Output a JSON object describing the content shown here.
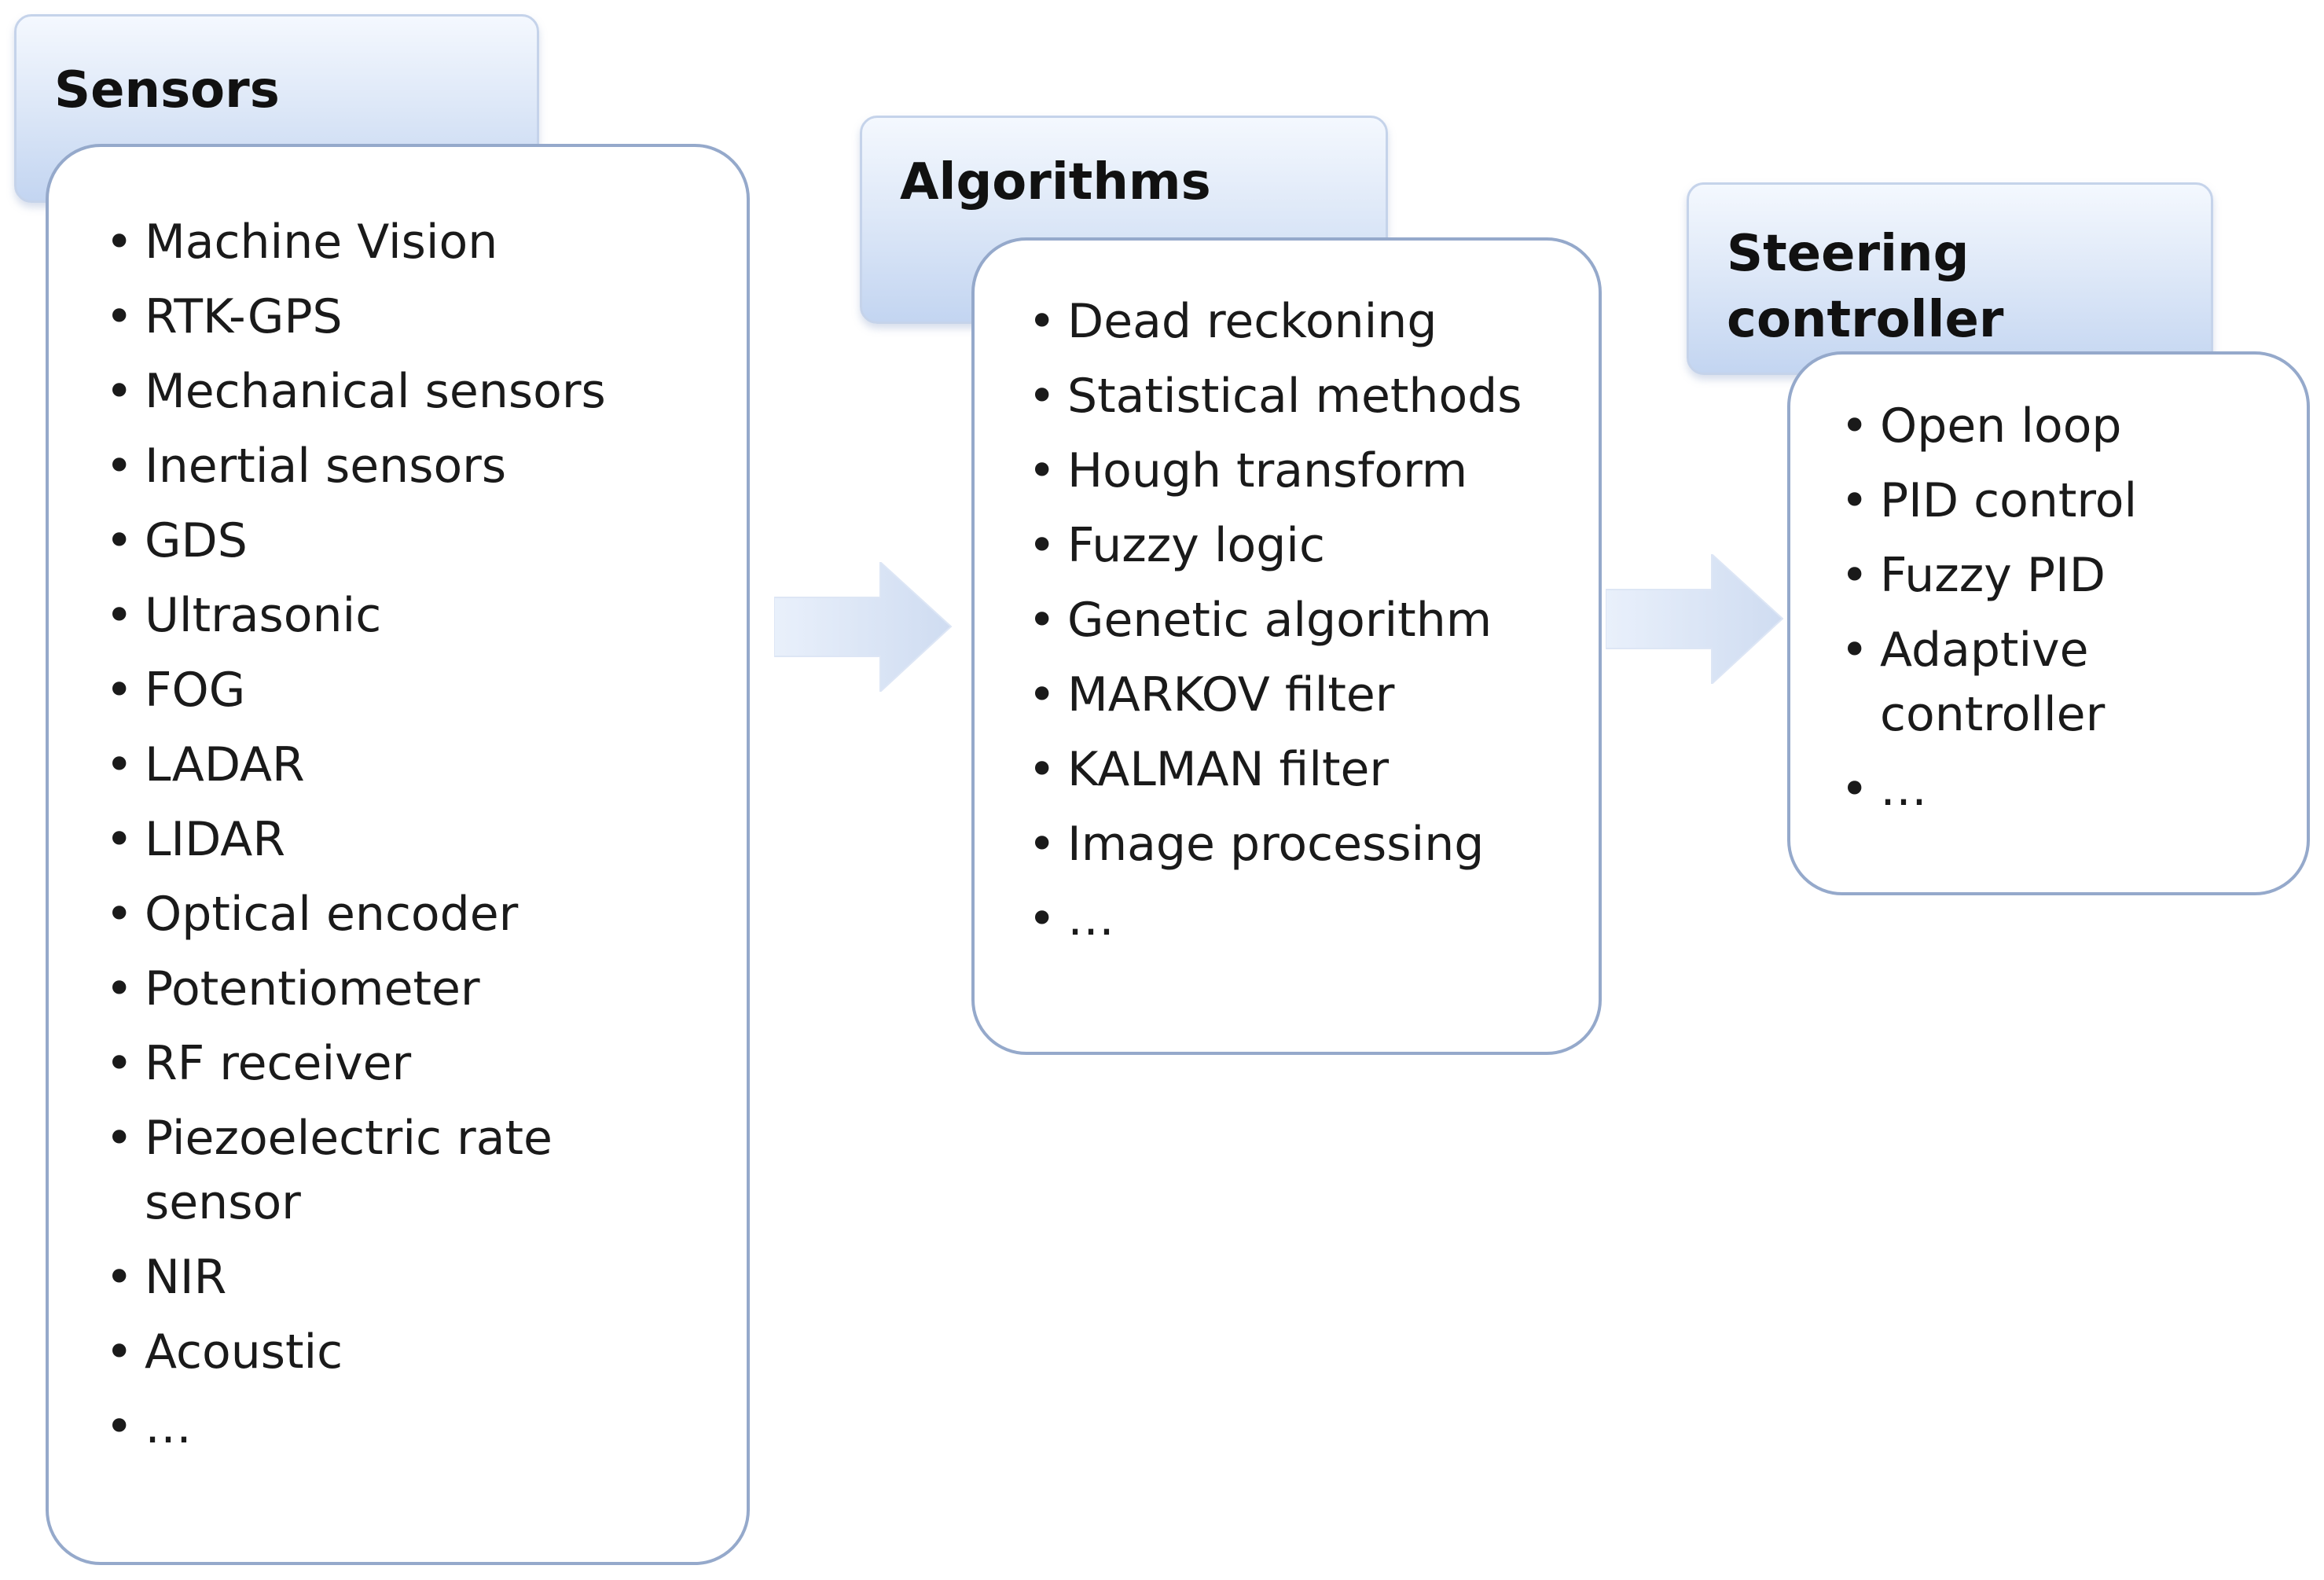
{
  "columns": [
    {
      "title": "Sensors",
      "items": [
        "Machine Vision",
        "RTK-GPS",
        "Mechanical sensors",
        "Inertial sensors",
        "GDS",
        "Ultrasonic",
        "FOG",
        "LADAR",
        "LIDAR",
        "Optical encoder",
        "Potentiometer",
        "RF receiver",
        "Piezoelectric rate sensor",
        "NIR",
        "Acoustic",
        "…"
      ]
    },
    {
      "title": "Algorithms",
      "items": [
        "Dead reckoning",
        "Statistical methods",
        "Hough transform",
        "Fuzzy logic",
        "Genetic algorithm",
        "MARKOV filter",
        "KALMAN filter",
        "Image processing",
        "…"
      ]
    },
    {
      "title": "Steering controller",
      "items": [
        "Open loop",
        "PID control",
        "Fuzzy PID",
        "Adaptive controller",
        "…"
      ]
    }
  ],
  "colors": {
    "header_top": "#f4f8fe",
    "header_bottom": "#c3d5f1",
    "panel_border": "#95a9cb",
    "arrow_fill": "#dbe6f6"
  }
}
